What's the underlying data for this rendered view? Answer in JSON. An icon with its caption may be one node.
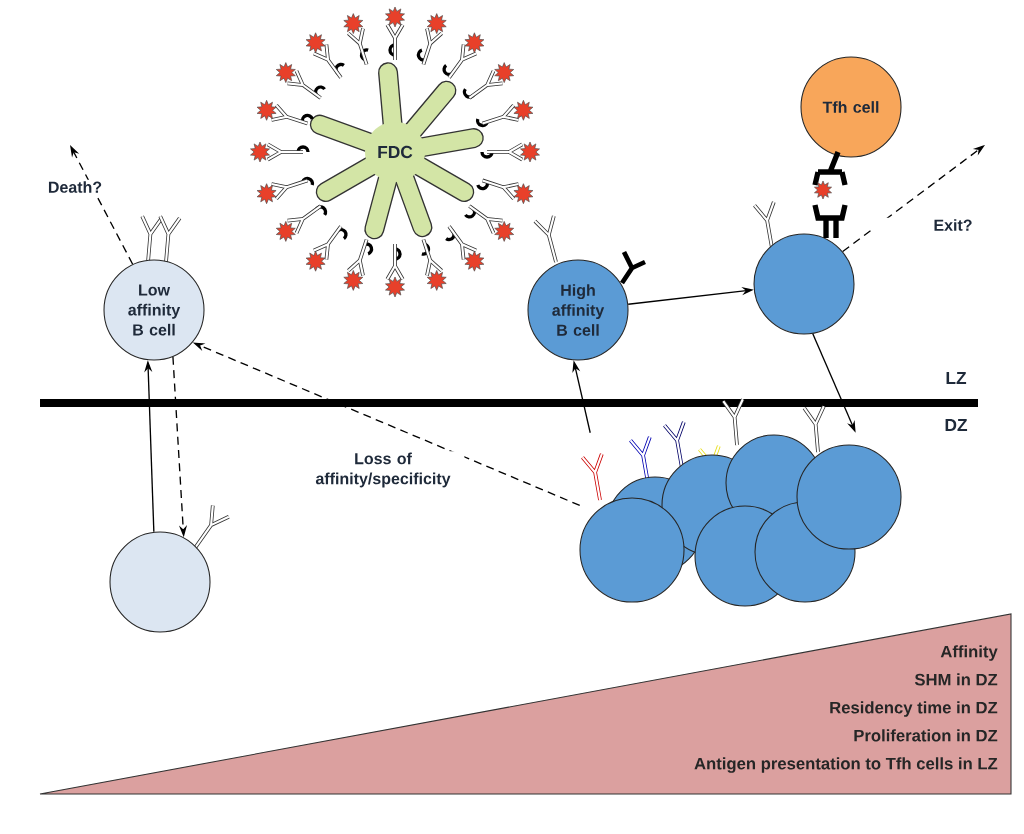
{
  "diagram": {
    "nodes": [
      {
        "text": [
          "FDC"
        ]
      },
      {
        "text": [
          "Low affinity B cell"
        ]
      },
      {
        "text": [
          "High affinity B cell"
        ]
      },
      {
        "text": [
          "Tfh cell"
        ]
      },
      {
        "text": [],
        "shape": "circle"
      },
      {
        "text": [],
        "shape": "circle"
      },
      {
        "text": [],
        "shape": "circle"
      },
      {
        "text": [
          "Affinity",
          "SHM in DZ",
          "Residency time in DZ",
          "Proliferation in DZ",
          "Antigen presentation to Tfh cells in LZ"
        ]
      }
    ],
    "edges": [
      {
        "from": 1,
        "to": null,
        "arrow": "to",
        "style": "dashed",
        "label": "Death?"
      },
      {
        "from": 2,
        "to": 4,
        "arrow": "to"
      },
      {
        "from": 4,
        "to": null,
        "arrow": "to",
        "style": "dashed",
        "label": "Exit?"
      },
      {
        "from": 4,
        "to": 6,
        "arrow": "to"
      },
      {
        "from": 6,
        "to": 2,
        "arrow": "to"
      },
      {
        "from": 6,
        "to": 1,
        "arrow": "to",
        "style": "dashed",
        "label": "Loss of affinity/specificity"
      },
      {
        "from": 1,
        "to": 5,
        "arrow": "to",
        "style": "dashed"
      },
      {
        "from": 5,
        "to": 1,
        "arrow": "to"
      }
    ],
    "labels": [
      "LZ",
      "DZ"
    ]
  }
}
